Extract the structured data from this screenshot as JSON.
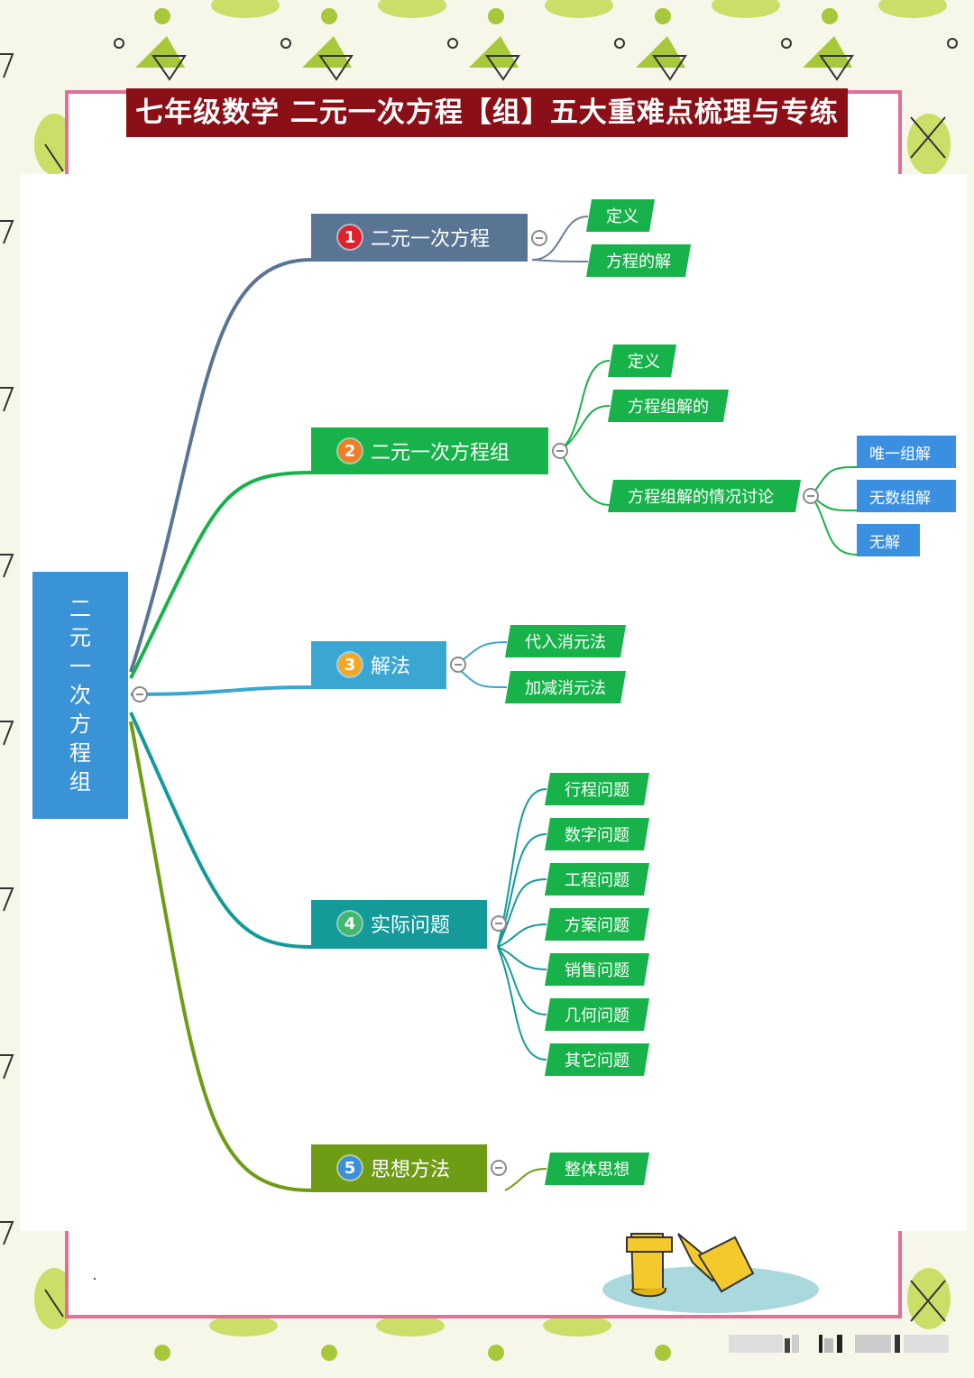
{
  "title": "七年级数学  二元一次方程【组】五大重难点梳理与专练",
  "root": {
    "chars": [
      "二",
      "元",
      "一",
      "次",
      "方",
      "程",
      "组"
    ],
    "color": "#3a93d6"
  },
  "branches": [
    {
      "num": "1",
      "label": "二元一次方程",
      "color": "#5a7593",
      "badge": "#e0202a",
      "leaves": [
        "定义",
        "方程的解"
      ]
    },
    {
      "num": "2",
      "label": "二元一次方程组",
      "color": "#17b24a",
      "badge": "#f07c2a",
      "leaves": [
        "定义",
        "方程组解的",
        "方程组解的情况讨论"
      ],
      "subleaves": [
        "唯一组解",
        "无数组解",
        "无解"
      ]
    },
    {
      "num": "3",
      "label": "解法",
      "color": "#3aa6d2",
      "badge": "#f5a623",
      "leaves": [
        "代入消元法",
        "加减消元法"
      ]
    },
    {
      "num": "4",
      "label": "实际问题",
      "color": "#159a9a",
      "badge": "#42b86a",
      "leaves": [
        "行程问题",
        "数字问题",
        "工程问题",
        "方案问题",
        "销售问题",
        "几何问题",
        "其它问题"
      ]
    },
    {
      "num": "5",
      "label": "思想方法",
      "color": "#6e9c14",
      "badge": "#3a8fe0",
      "leaves": [
        "整体思想"
      ]
    }
  ],
  "colors": {
    "frame": "#e06f9a",
    "title_bg": "#8b0f16",
    "leaf": "#17b24a",
    "sub": "#3a8fe0",
    "bg": "#f6f7e9"
  }
}
